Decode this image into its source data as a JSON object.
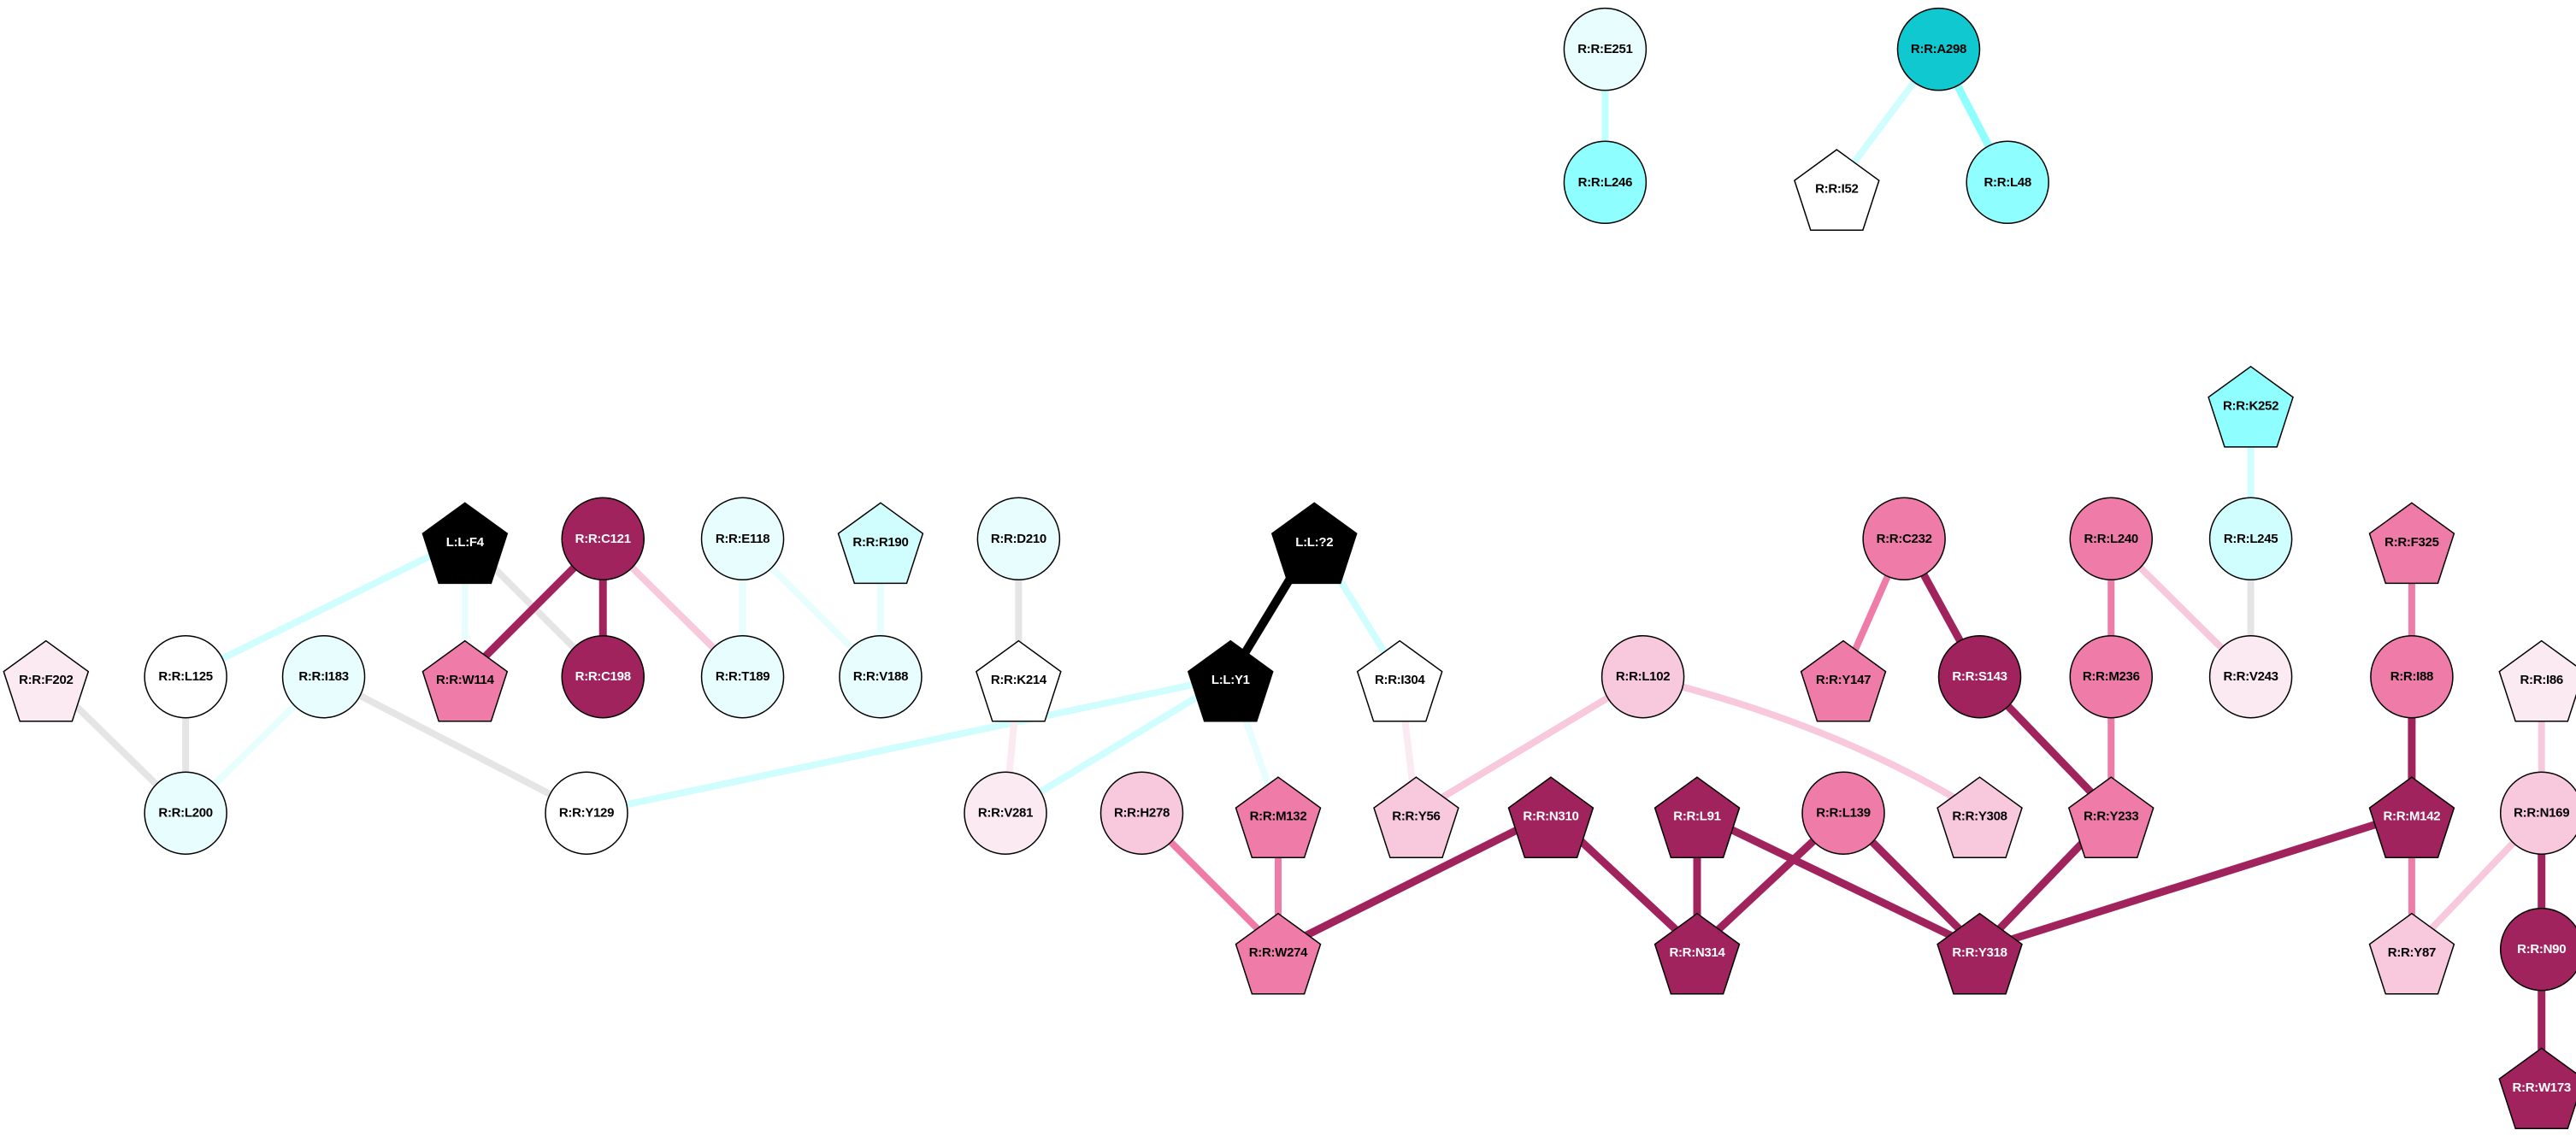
{
  "colors": {
    "ligand": "#000000",
    "strong": "#a0235e",
    "medium": "#ef7ca8",
    "light_pink": "#f8c8dc",
    "pale_pink": "#fbeaf1",
    "white": "#ffffff",
    "pale_cyan": "#e8fefe",
    "light_cyan": "#d0fefe",
    "cyan": "#8ffefe",
    "teal": "#10c8d0",
    "gray": "#e5e5e5"
  },
  "nodes": [
    {
      "id": "E251",
      "label": "R:R:E251",
      "shape": "circle",
      "fill": "#e8fefe"
    },
    {
      "id": "L246",
      "label": "R:R:L246",
      "shape": "circle",
      "fill": "#8ffefe"
    },
    {
      "id": "A298",
      "label": "R:R:A298",
      "shape": "circle",
      "fill": "#10c8d0"
    },
    {
      "id": "I52",
      "label": "R:R:I52",
      "shape": "pentagon",
      "fill": "#ffffff"
    },
    {
      "id": "L48",
      "label": "R:R:L48",
      "shape": "circle",
      "fill": "#8ffefe"
    },
    {
      "id": "K252",
      "label": "R:R:K252",
      "shape": "pentagon",
      "fill": "#8ffefe"
    },
    {
      "id": "F4",
      "label": "L:L:F4",
      "shape": "pentagon",
      "fill": "#000000"
    },
    {
      "id": "C121",
      "label": "R:R:C121",
      "shape": "circle",
      "fill": "#a0235e"
    },
    {
      "id": "E118",
      "label": "R:R:E118",
      "shape": "circle",
      "fill": "#e8fefe"
    },
    {
      "id": "R190",
      "label": "R:R:R190",
      "shape": "pentagon",
      "fill": "#d0fefe"
    },
    {
      "id": "D210",
      "label": "R:R:D210",
      "shape": "circle",
      "fill": "#e8fefe"
    },
    {
      "id": "Q2",
      "label": "L:L:?2",
      "shape": "pentagon",
      "fill": "#000000"
    },
    {
      "id": "C232",
      "label": "R:R:C232",
      "shape": "circle",
      "fill": "#ef7ca8"
    },
    {
      "id": "L240",
      "label": "R:R:L240",
      "shape": "circle",
      "fill": "#ef7ca8"
    },
    {
      "id": "L245",
      "label": "R:R:L245",
      "shape": "circle",
      "fill": "#d0fefe"
    },
    {
      "id": "F325",
      "label": "R:R:F325",
      "shape": "pentagon",
      "fill": "#ef7ca8"
    },
    {
      "id": "F202",
      "label": "R:R:F202",
      "shape": "pentagon",
      "fill": "#fbeaf1"
    },
    {
      "id": "L125",
      "label": "R:R:L125",
      "shape": "circle",
      "fill": "#ffffff"
    },
    {
      "id": "I183",
      "label": "R:R:I183",
      "shape": "circle",
      "fill": "#e8fefe"
    },
    {
      "id": "W114",
      "label": "R:R:W114",
      "shape": "pentagon",
      "fill": "#ef7ca8"
    },
    {
      "id": "C198",
      "label": "R:R:C198",
      "shape": "circle",
      "fill": "#a0235e"
    },
    {
      "id": "T189",
      "label": "R:R:T189",
      "shape": "circle",
      "fill": "#e8fefe"
    },
    {
      "id": "V188",
      "label": "R:R:V188",
      "shape": "circle",
      "fill": "#e8fefe"
    },
    {
      "id": "K214",
      "label": "R:R:K214",
      "shape": "pentagon",
      "fill": "#ffffff"
    },
    {
      "id": "Y1",
      "label": "L:L:Y1",
      "shape": "pentagon",
      "fill": "#000000"
    },
    {
      "id": "I304",
      "label": "R:R:I304",
      "shape": "pentagon",
      "fill": "#ffffff"
    },
    {
      "id": "L102",
      "label": "R:R:L102",
      "shape": "circle",
      "fill": "#f8c8dc"
    },
    {
      "id": "Y147",
      "label": "R:R:Y147",
      "shape": "pentagon",
      "fill": "#ef7ca8"
    },
    {
      "id": "S143",
      "label": "R:R:S143",
      "shape": "circle",
      "fill": "#a0235e"
    },
    {
      "id": "M236",
      "label": "R:R:M236",
      "shape": "circle",
      "fill": "#ef7ca8"
    },
    {
      "id": "V243",
      "label": "R:R:V243",
      "shape": "circle",
      "fill": "#fbeaf1"
    },
    {
      "id": "I88",
      "label": "R:R:I88",
      "shape": "circle",
      "fill": "#ef7ca8"
    },
    {
      "id": "I86",
      "label": "R:R:I86",
      "shape": "pentagon",
      "fill": "#fbeaf1"
    },
    {
      "id": "L200",
      "label": "R:R:L200",
      "shape": "circle",
      "fill": "#e8fefe"
    },
    {
      "id": "Y129",
      "label": "R:R:Y129",
      "shape": "circle",
      "fill": "#ffffff"
    },
    {
      "id": "V281",
      "label": "R:R:V281",
      "shape": "circle",
      "fill": "#fbeaf1"
    },
    {
      "id": "H278",
      "label": "R:R:H278",
      "shape": "circle",
      "fill": "#f8c8dc"
    },
    {
      "id": "M132",
      "label": "R:R:M132",
      "shape": "pentagon",
      "fill": "#ef7ca8"
    },
    {
      "id": "Y56",
      "label": "R:R:Y56",
      "shape": "pentagon",
      "fill": "#f8c8dc"
    },
    {
      "id": "N310",
      "label": "R:R:N310",
      "shape": "pentagon",
      "fill": "#a0235e"
    },
    {
      "id": "L91",
      "label": "R:R:L91",
      "shape": "pentagon",
      "fill": "#a0235e"
    },
    {
      "id": "L139",
      "label": "R:R:L139",
      "shape": "circle",
      "fill": "#ef7ca8"
    },
    {
      "id": "Y308",
      "label": "R:R:Y308",
      "shape": "pentagon",
      "fill": "#f8c8dc"
    },
    {
      "id": "Y233",
      "label": "R:R:Y233",
      "shape": "pentagon",
      "fill": "#ef7ca8"
    },
    {
      "id": "M142",
      "label": "R:R:M142",
      "shape": "pentagon",
      "fill": "#a0235e"
    },
    {
      "id": "N169",
      "label": "R:R:N169",
      "shape": "circle",
      "fill": "#f8c8dc"
    },
    {
      "id": "W274",
      "label": "R:R:W274",
      "shape": "pentagon",
      "fill": "#ef7ca8"
    },
    {
      "id": "N314",
      "label": "R:R:N314",
      "shape": "pentagon",
      "fill": "#a0235e"
    },
    {
      "id": "Y318",
      "label": "R:R:Y318",
      "shape": "pentagon",
      "fill": "#a0235e"
    },
    {
      "id": "Y87",
      "label": "R:R:Y87",
      "shape": "pentagon",
      "fill": "#f8c8dc"
    },
    {
      "id": "N90",
      "label": "R:R:N90",
      "shape": "circle",
      "fill": "#a0235e"
    },
    {
      "id": "W173",
      "label": "R:R:W173",
      "shape": "pentagon",
      "fill": "#a0235e"
    }
  ],
  "edges": [
    {
      "from": "E251",
      "to": "L246",
      "color": "#bfffff"
    },
    {
      "from": "A298",
      "to": "I52",
      "color": "#d0fefe"
    },
    {
      "from": "A298",
      "to": "L48",
      "color": "#8ffefe"
    },
    {
      "from": "K252",
      "to": "L245",
      "color": "#d0fefe"
    },
    {
      "from": "F4",
      "to": "L125",
      "color": "#d0fefe"
    },
    {
      "from": "F4",
      "to": "W114",
      "color": "#e8fefe"
    },
    {
      "from": "F4",
      "to": "C198",
      "color": "#e5e5e5"
    },
    {
      "from": "C121",
      "to": "W114",
      "color": "#a0235e"
    },
    {
      "from": "C121",
      "to": "C198",
      "color": "#a0235e"
    },
    {
      "from": "C121",
      "to": "T189",
      "color": "#f8c8dc"
    },
    {
      "from": "E118",
      "to": "T189",
      "color": "#e8fefe"
    },
    {
      "from": "E118",
      "to": "V188",
      "color": "#e8fefe"
    },
    {
      "from": "R190",
      "to": "V188",
      "color": "#e8fefe"
    },
    {
      "from": "D210",
      "to": "K214",
      "color": "#e5e5e5"
    },
    {
      "from": "Q2",
      "to": "Y1",
      "color": "#000000"
    },
    {
      "from": "Q2",
      "to": "I304",
      "color": "#d0fefe"
    },
    {
      "from": "F202",
      "to": "L200",
      "color": "#e5e5e5"
    },
    {
      "from": "L125",
      "to": "L200",
      "color": "#e5e5e5"
    },
    {
      "from": "I183",
      "to": "L200",
      "color": "#e8fefe"
    },
    {
      "from": "I183",
      "to": "Y129",
      "color": "#e5e5e5"
    },
    {
      "from": "Y1",
      "to": "Y129",
      "color": "#d0fefe"
    },
    {
      "from": "Y1",
      "to": "V281",
      "color": "#d0fefe"
    },
    {
      "from": "Y1",
      "to": "M132",
      "color": "#e8fefe"
    },
    {
      "from": "K214",
      "to": "V281",
      "color": "#fbeaf1"
    },
    {
      "from": "I304",
      "to": "Y56",
      "color": "#fbeaf1"
    },
    {
      "from": "L102",
      "to": "Y56",
      "color": "#f8c8dc"
    },
    {
      "from": "L102",
      "to": "Y308",
      "color": "#f8c8dc"
    },
    {
      "from": "C232",
      "to": "Y147",
      "color": "#ef7ca8"
    },
    {
      "from": "C232",
      "to": "S143",
      "color": "#a0235e"
    },
    {
      "from": "S143",
      "to": "Y233",
      "color": "#a0235e"
    },
    {
      "from": "L240",
      "to": "M236",
      "color": "#ef7ca8"
    },
    {
      "from": "L240",
      "to": "V243",
      "color": "#f8c8dc"
    },
    {
      "from": "M236",
      "to": "Y233",
      "color": "#ef7ca8"
    },
    {
      "from": "L245",
      "to": "V243",
      "color": "#e5e5e5"
    },
    {
      "from": "F325",
      "to": "I88",
      "color": "#ef7ca8"
    },
    {
      "from": "I88",
      "to": "M142",
      "color": "#a0235e"
    },
    {
      "from": "I86",
      "to": "N169",
      "color": "#f8c8dc"
    },
    {
      "from": "H278",
      "to": "W274",
      "color": "#ef7ca8"
    },
    {
      "from": "M132",
      "to": "W274",
      "color": "#ef7ca8"
    },
    {
      "from": "N310",
      "to": "W274",
      "color": "#a0235e"
    },
    {
      "from": "N310",
      "to": "N314",
      "color": "#a0235e"
    },
    {
      "from": "L91",
      "to": "N314",
      "color": "#a0235e"
    },
    {
      "from": "L91",
      "to": "Y318",
      "color": "#a0235e"
    },
    {
      "from": "L139",
      "to": "N314",
      "color": "#a0235e"
    },
    {
      "from": "L139",
      "to": "Y318",
      "color": "#a0235e"
    },
    {
      "from": "Y233",
      "to": "Y318",
      "color": "#a0235e"
    },
    {
      "from": "M142",
      "to": "Y318",
      "color": "#a0235e"
    },
    {
      "from": "M142",
      "to": "Y87",
      "color": "#ef7ca8"
    },
    {
      "from": "N169",
      "to": "Y87",
      "color": "#f8c8dc"
    },
    {
      "from": "N169",
      "to": "N90",
      "color": "#a0235e"
    },
    {
      "from": "N90",
      "to": "W173",
      "color": "#a0235e"
    }
  ]
}
